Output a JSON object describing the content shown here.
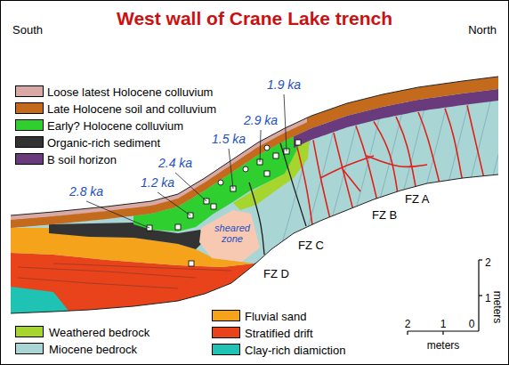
{
  "diagram": {
    "title": "West wall of Crane Lake trench",
    "labels": [
      "South",
      "North",
      "2.8 ka",
      "1.2 ka",
      "2.4 ka",
      "1.5 ka",
      "2.9 ka",
      "1.9 ka",
      "sheared zone",
      "FZ A",
      "FZ B",
      "FZ C",
      "FZ D",
      "2",
      "1",
      "meters",
      "2",
      "1",
      "0",
      "meters"
    ],
    "legend": [
      {
        "text": "Loose latest Holocene colluvium",
        "color": "#d9a9a6"
      },
      {
        "text": "Late Holocene soil and colluvium",
        "color": "#c46a1c"
      },
      {
        "text": "Early? Holocene colluvium",
        "color": "#2fcf2f"
      },
      {
        "text": "Organic-rich sediment",
        "color": "#333333"
      },
      {
        "text": "B soil horizon",
        "color": "#6a3b7c"
      },
      {
        "text": "Weathered bedrock",
        "color": "#a6d62e"
      },
      {
        "text": "Miocene bedrock",
        "color": "#a9d5d5"
      },
      {
        "text": "Fluvial sand",
        "color": "#f5a31a"
      },
      {
        "text": "Stratified drift",
        "color": "#e8431b"
      },
      {
        "text": "Clay-rich diamiction",
        "color": "#1fc3b3"
      }
    ]
  }
}
